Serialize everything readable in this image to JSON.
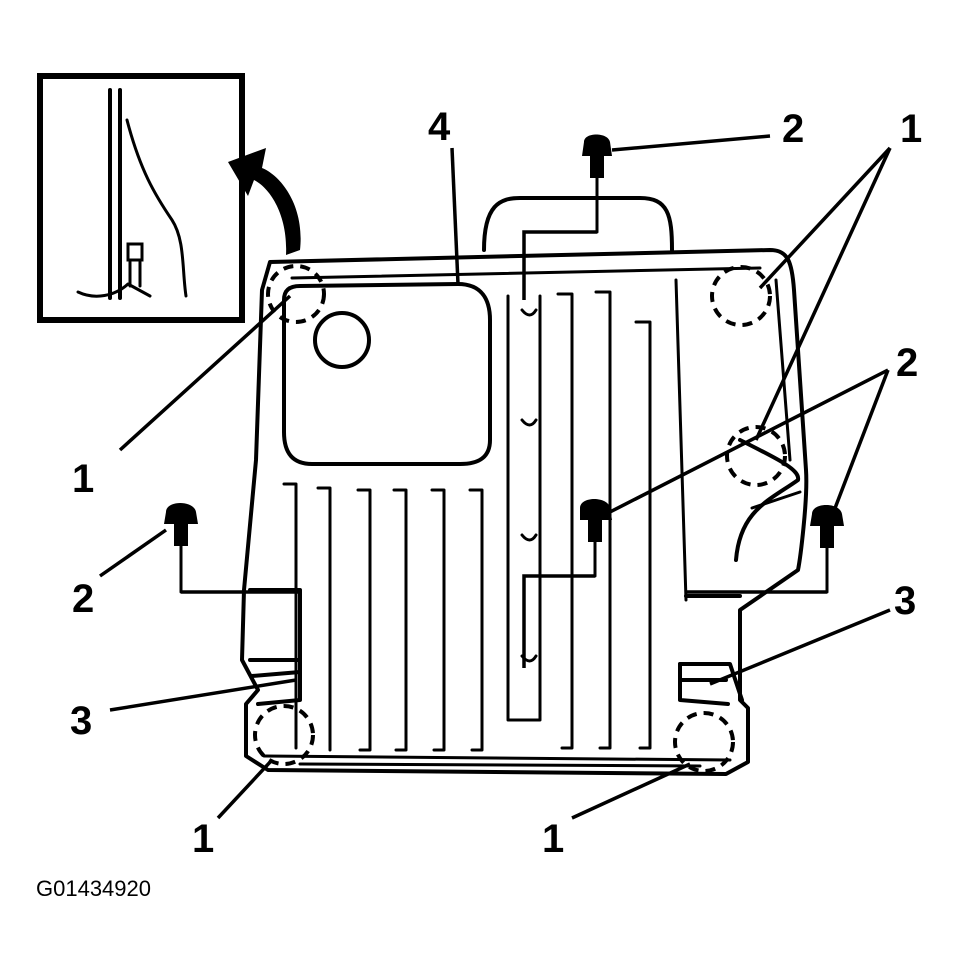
{
  "figure": {
    "code": "G01434920",
    "callouts": {
      "label_1": "1",
      "label_2": "2",
      "label_3": "3",
      "label_4": "4"
    }
  }
}
